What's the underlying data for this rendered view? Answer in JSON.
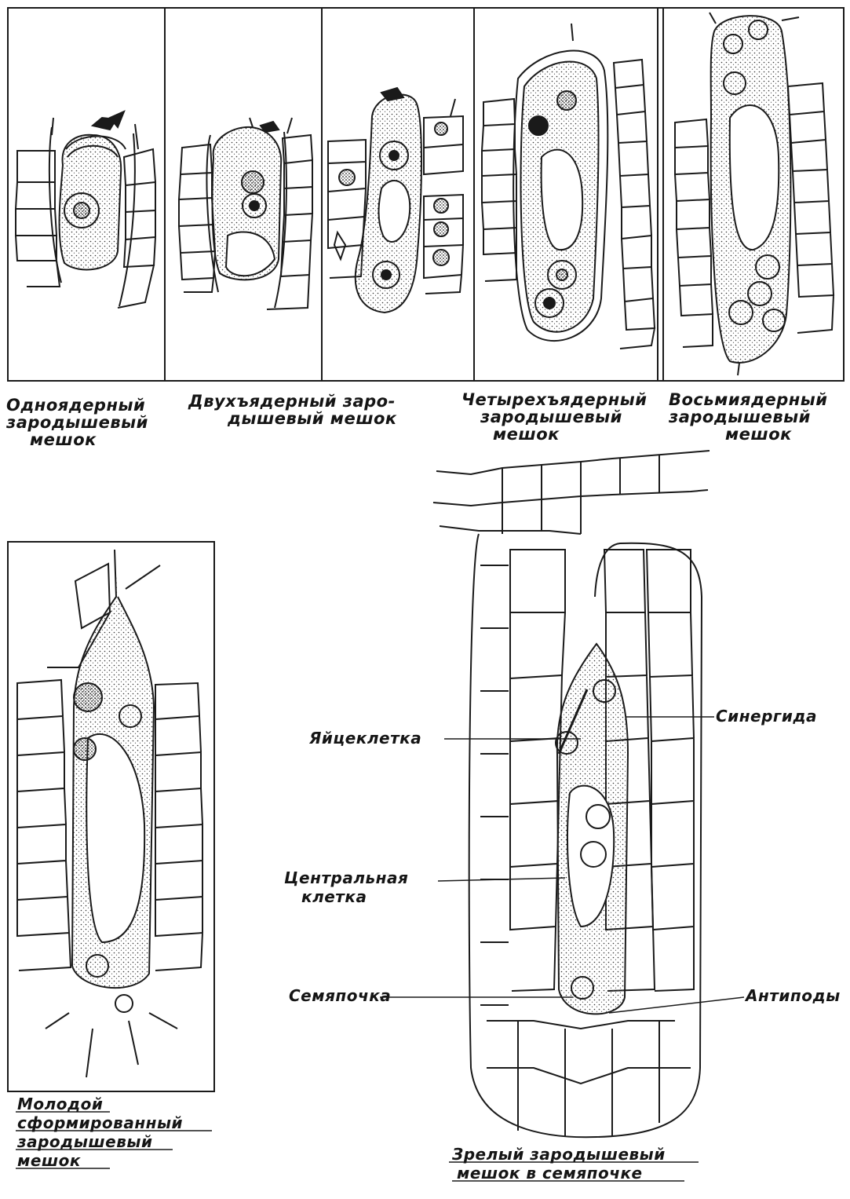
{
  "panel_captions": {
    "one_nucleus": [
      "Одноядерный",
      "зародышевый",
      "мешок"
    ],
    "two_nucleus": [
      "Двухъядерный заро-",
      "дышевый мешок"
    ],
    "four_nucleus": [
      "Четырехъядерный",
      "зародышевый",
      "мешок"
    ],
    "eight_nucleus": [
      "Восьмиядерный",
      "зародышевый",
      "мешок"
    ]
  },
  "young_sac_caption": [
    "Молодой",
    "сформированный",
    "зародышевый",
    "мешок"
  ],
  "mature_sac_caption": [
    "Зрелый зародышевый",
    "мешок в семяпочке"
  ],
  "structure_labels": {
    "egg_cell": "Яйцеклетка",
    "synergid": "Синергида",
    "central_cell": [
      "Центральная",
      "клетка"
    ],
    "ovule": "Семяпочка",
    "antipodals": "Антиподы"
  }
}
